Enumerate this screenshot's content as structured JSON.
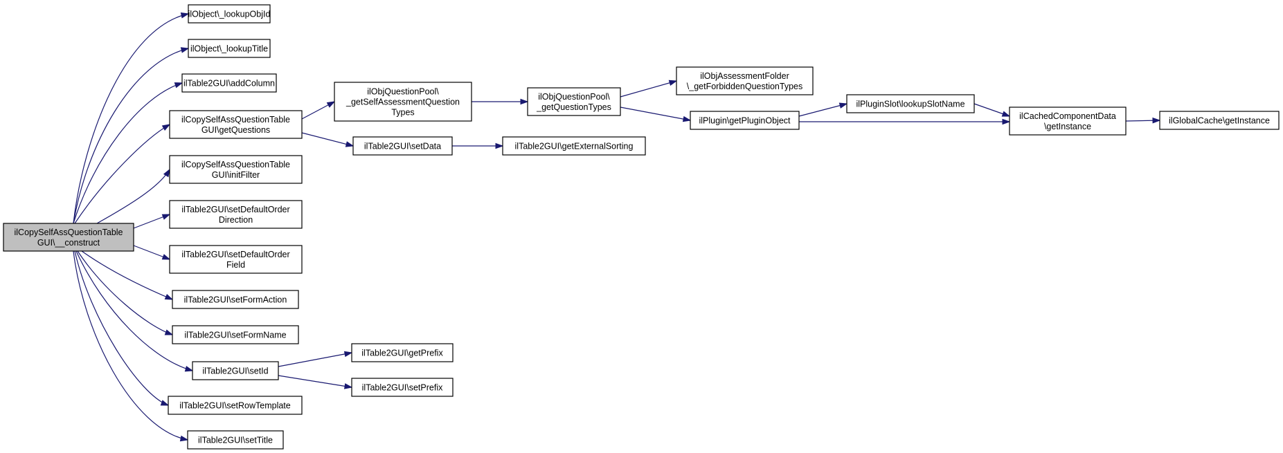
{
  "diagram": {
    "type": "call-graph",
    "nodes": [
      {
        "id": "construct",
        "lines": [
          "ilCopySelfAssQuestionTable",
          "GUI\\__construct"
        ],
        "highlight": true
      },
      {
        "id": "lookupObjId",
        "lines": [
          "ilObject\\_lookupObjId"
        ]
      },
      {
        "id": "lookupTitle",
        "lines": [
          "ilObject\\_lookupTitle"
        ]
      },
      {
        "id": "addColumn",
        "lines": [
          "ilTable2GUI\\addColumn"
        ]
      },
      {
        "id": "getQuestions",
        "lines": [
          "ilCopySelfAssQuestionTable",
          "GUI\\getQuestions"
        ]
      },
      {
        "id": "initFilter",
        "lines": [
          "ilCopySelfAssQuestionTable",
          "GUI\\initFilter"
        ]
      },
      {
        "id": "setDefaultOrderDirection",
        "lines": [
          "ilTable2GUI\\setDefaultOrder",
          "Direction"
        ]
      },
      {
        "id": "setDefaultOrderField",
        "lines": [
          "ilTable2GUI\\setDefaultOrder",
          "Field"
        ]
      },
      {
        "id": "setFormAction",
        "lines": [
          "ilTable2GUI\\setFormAction"
        ]
      },
      {
        "id": "setFormName",
        "lines": [
          "ilTable2GUI\\setFormName"
        ]
      },
      {
        "id": "setId",
        "lines": [
          "ilTable2GUI\\setId"
        ]
      },
      {
        "id": "setRowTemplate",
        "lines": [
          "ilTable2GUI\\setRowTemplate"
        ]
      },
      {
        "id": "setTitle",
        "lines": [
          "ilTable2GUI\\setTitle"
        ]
      },
      {
        "id": "getSelfAssessmentQuestionTypes",
        "lines": [
          "ilObjQuestionPool\\",
          "_getSelfAssessmentQuestion",
          "Types"
        ]
      },
      {
        "id": "setData",
        "lines": [
          "ilTable2GUI\\setData"
        ]
      },
      {
        "id": "getPrefix",
        "lines": [
          "ilTable2GUI\\getPrefix"
        ]
      },
      {
        "id": "setPrefix",
        "lines": [
          "ilTable2GUI\\setPrefix"
        ]
      },
      {
        "id": "getQuestionTypes",
        "lines": [
          "ilObjQuestionPool\\",
          "_getQuestionTypes"
        ]
      },
      {
        "id": "getExternalSorting",
        "lines": [
          "ilTable2GUI\\getExternalSorting"
        ]
      },
      {
        "id": "getForbiddenQuestionTypes",
        "lines": [
          "ilObjAssessmentFolder",
          "\\_getForbiddenQuestionTypes"
        ]
      },
      {
        "id": "getPluginObject",
        "lines": [
          "ilPlugin\\getPluginObject"
        ]
      },
      {
        "id": "lookupSlotName",
        "lines": [
          "ilPluginSlot\\lookupSlotName"
        ]
      },
      {
        "id": "cachedGetInstance",
        "lines": [
          "ilCachedComponentData",
          "\\getInstance"
        ]
      },
      {
        "id": "globalCacheGetInstance",
        "lines": [
          "ilGlobalCache\\getInstance"
        ]
      }
    ],
    "edges": [
      {
        "from": "construct",
        "to": "lookupObjId"
      },
      {
        "from": "construct",
        "to": "lookupTitle"
      },
      {
        "from": "construct",
        "to": "addColumn"
      },
      {
        "from": "construct",
        "to": "getQuestions"
      },
      {
        "from": "construct",
        "to": "initFilter"
      },
      {
        "from": "construct",
        "to": "setDefaultOrderDirection"
      },
      {
        "from": "construct",
        "to": "setDefaultOrderField"
      },
      {
        "from": "construct",
        "to": "setFormAction"
      },
      {
        "from": "construct",
        "to": "setFormName"
      },
      {
        "from": "construct",
        "to": "setId"
      },
      {
        "from": "construct",
        "to": "setRowTemplate"
      },
      {
        "from": "construct",
        "to": "setTitle"
      },
      {
        "from": "getQuestions",
        "to": "getSelfAssessmentQuestionTypes"
      },
      {
        "from": "getQuestions",
        "to": "setData"
      },
      {
        "from": "setId",
        "to": "getPrefix"
      },
      {
        "from": "setId",
        "to": "setPrefix"
      },
      {
        "from": "getSelfAssessmentQuestionTypes",
        "to": "getQuestionTypes"
      },
      {
        "from": "setData",
        "to": "getExternalSorting"
      },
      {
        "from": "getQuestionTypes",
        "to": "getForbiddenQuestionTypes"
      },
      {
        "from": "getQuestionTypes",
        "to": "getPluginObject"
      },
      {
        "from": "getPluginObject",
        "to": "lookupSlotName"
      },
      {
        "from": "getPluginObject",
        "to": "cachedGetInstance"
      },
      {
        "from": "lookupSlotName",
        "to": "cachedGetInstance"
      },
      {
        "from": "cachedGetInstance",
        "to": "globalCacheGetInstance"
      }
    ],
    "colors": {
      "edge": "#191970",
      "node_border": "#000000",
      "node_fill": "#ffffff",
      "root_fill": "#bfbfbf"
    }
  }
}
